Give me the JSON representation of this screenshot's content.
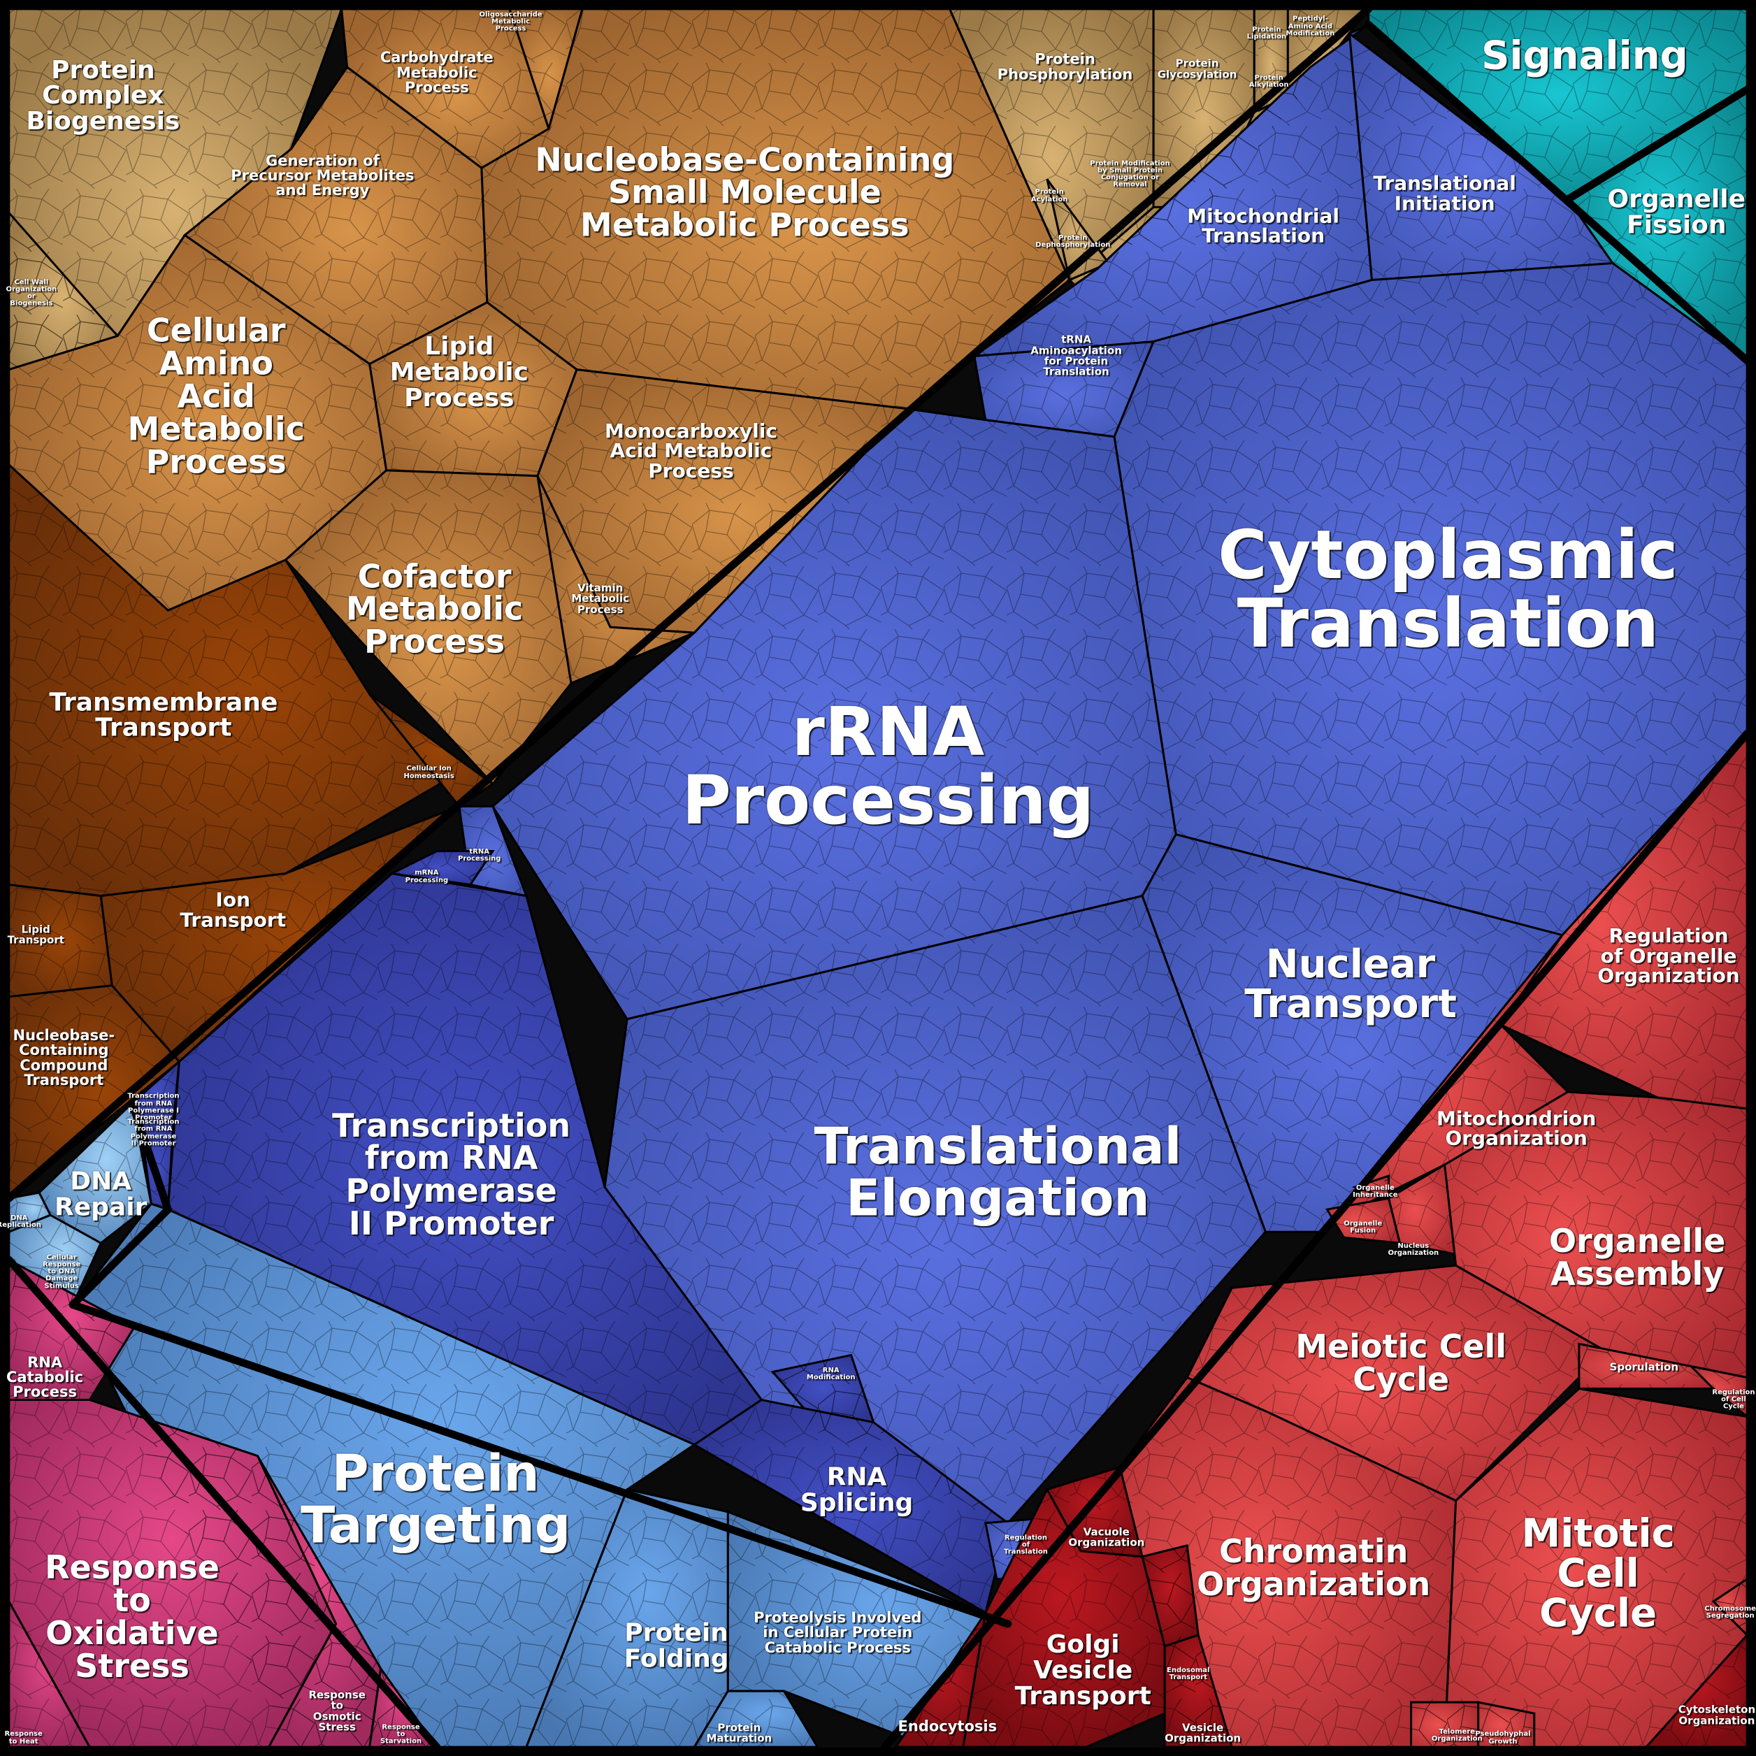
{
  "title": "Biological Process Voronoi Treemap",
  "colors": {
    "metabolism_light": "#c9a064",
    "metabolism": "#c7873e",
    "transport": "#8a3f0c",
    "translation": "#4a5fcc",
    "transcription": "#3540a8",
    "protein_targeting": "#5b8fd0",
    "dna": "#7fb6e6",
    "stress": "#c83a72",
    "cell_cycle": "#d33a3e",
    "vesicle": "#a3131b",
    "signaling": "#15a9b3",
    "border": "#000000"
  },
  "regions": [
    {
      "id": "signaling",
      "label": "Signaling",
      "group": "signaling"
    },
    {
      "id": "organelle-fission",
      "label": "Organelle\nFission",
      "group": "signaling"
    },
    {
      "id": "protein-complex-biogenesis",
      "label": "Protein\nComplex\nBiogenesis",
      "group": "metabolism_light"
    },
    {
      "id": "cell-wall-organization",
      "label": "Cell Wall\nOrganization\nor\nBiogenesis",
      "group": "metabolism_light"
    },
    {
      "id": "carbohydrate-metabolic",
      "label": "Carbohydrate\nMetabolic\nProcess",
      "group": "metabolism"
    },
    {
      "id": "oligosaccharide-metabolic",
      "label": "Oligosaccharide\nMetabolic\nProcess",
      "group": "metabolism"
    },
    {
      "id": "generation-precursor",
      "label": "Generation of\nPrecursor Metabolites\nand Energy",
      "group": "metabolism"
    },
    {
      "id": "nucleobase-small-molecule",
      "label": "Nucleobase-Containing\nSmall Molecule\nMetabolic Process",
      "group": "metabolism"
    },
    {
      "id": "cellular-amino-acid",
      "label": "Cellular\nAmino\nAcid\nMetabolic\nProcess",
      "group": "metabolism"
    },
    {
      "id": "lipid-metabolic",
      "label": "Lipid\nMetabolic\nProcess",
      "group": "metabolism"
    },
    {
      "id": "monocarboxylic-acid",
      "label": "Monocarboxylic\nAcid Metabolic\nProcess",
      "group": "metabolism"
    },
    {
      "id": "cofactor-metabolic",
      "label": "Cofactor\nMetabolic\nProcess",
      "group": "metabolism"
    },
    {
      "id": "vitamin-metabolic",
      "label": "Vitamin\nMetabolic\nProcess",
      "group": "metabolism"
    },
    {
      "id": "protein-phosphorylation",
      "label": "Protein\nPhosphorylation",
      "group": "metabolism_light"
    },
    {
      "id": "protein-glycosylation",
      "label": "Protein\nGlycosylation",
      "group": "metabolism_light"
    },
    {
      "id": "protein-lipidation",
      "label": "Protein\nLipidation",
      "group": "metabolism_light"
    },
    {
      "id": "peptidyl-amino-acid",
      "label": "Peptidyl-\nAmino Acid\nModification",
      "group": "metabolism_light"
    },
    {
      "id": "protein-alkylation",
      "label": "Protein\nAlkylation",
      "group": "metabolism_light"
    },
    {
      "id": "protein-modification-small",
      "label": "Protein Modification\nby Small Protein\nConjugation or\nRemoval",
      "group": "metabolism_light"
    },
    {
      "id": "protein-acylation",
      "label": "Protein\nAcylation",
      "group": "metabolism_light"
    },
    {
      "id": "protein-dephosphorylation",
      "label": "Protein\nDephosphorylation",
      "group": "metabolism_light"
    },
    {
      "id": "transmembrane-transport",
      "label": "Transmembrane\nTransport",
      "group": "transport"
    },
    {
      "id": "cellular-ion-homeostasis",
      "label": "Cellular Ion\nHomeostasis",
      "group": "transport"
    },
    {
      "id": "ion-transport",
      "label": "Ion\nTransport",
      "group": "transport"
    },
    {
      "id": "lipid-transport",
      "label": "Lipid\nTransport",
      "group": "transport"
    },
    {
      "id": "nucleobase-compound-transport",
      "label": "Nucleobase-\nContaining\nCompound\nTransport",
      "group": "transport"
    },
    {
      "id": "mitochondrial-translation",
      "label": "Mitochondrial\nTranslation",
      "group": "translation"
    },
    {
      "id": "translational-initiation",
      "label": "Translational\nInitiation",
      "group": "translation"
    },
    {
      "id": "trna-aminoacylation",
      "label": "tRNA\nAminoacylation\nfor Protein\nTranslation",
      "group": "translation"
    },
    {
      "id": "cytoplasmic-translation",
      "label": "Cytoplasmic\nTranslation",
      "group": "translation"
    },
    {
      "id": "rrna-processing",
      "label": "rRNA\nProcessing",
      "group": "translation"
    },
    {
      "id": "nuclear-transport",
      "label": "Nuclear\nTransport",
      "group": "translation"
    },
    {
      "id": "translational-elongation",
      "label": "Translational\nElongation",
      "group": "translation"
    },
    {
      "id": "trna-processing",
      "label": "tRNA\nProcessing",
      "group": "translation"
    },
    {
      "id": "mrna-processing",
      "label": "mRNA\nProcessing",
      "group": "transcription"
    },
    {
      "id": "transcription-pol-ii",
      "label": "Transcription\nfrom RNA\nPolymerase\nII Promoter",
      "group": "transcription"
    },
    {
      "id": "transcription-pol-i",
      "label": "Transcription\nfrom RNA\nPolymerase I\nPromoter",
      "group": "transcription"
    },
    {
      "id": "transcription-pol-iii",
      "label": "Transcription\nfrom RNA\nPolymerase\nII Promoter",
      "group": "transcription"
    },
    {
      "id": "rna-modification",
      "label": "RNA\nModification",
      "group": "transcription"
    },
    {
      "id": "rna-splicing",
      "label": "RNA\nSplicing",
      "group": "transcription"
    },
    {
      "id": "regulation-of-translation",
      "label": "Regulation\nof\nTranslation",
      "group": "translation"
    },
    {
      "id": "dna-repair",
      "label": "DNA\nRepair",
      "group": "dna"
    },
    {
      "id": "dna-replication",
      "label": "DNA\nReplication",
      "group": "dna"
    },
    {
      "id": "cellular-response-dna-damage",
      "label": "Cellular\nResponse\nto DNA\nDamage\nStimulus",
      "group": "dna"
    },
    {
      "id": "protein-targeting",
      "label": "Protein\nTargeting",
      "group": "protein_targeting"
    },
    {
      "id": "protein-folding",
      "label": "Protein\nFolding",
      "group": "protein_targeting"
    },
    {
      "id": "proteolysis",
      "label": "Proteolysis Involved\nin Cellular Protein\nCatabolic Process",
      "group": "protein_targeting"
    },
    {
      "id": "protein-maturation",
      "label": "Protein\nMaturation",
      "group": "protein_targeting"
    },
    {
      "id": "rna-catabolic",
      "label": "RNA\nCatabolic\nProcess",
      "group": "stress"
    },
    {
      "id": "response-oxidative-stress",
      "label": "Response\nto\nOxidative\nStress",
      "group": "stress"
    },
    {
      "id": "response-osmotic-stress",
      "label": "Response\nto\nOsmotic\nStress",
      "group": "stress"
    },
    {
      "id": "response-starvation",
      "label": "Response\nto\nStarvation",
      "group": "stress"
    },
    {
      "id": "response-heat",
      "label": "Response\nto Heat",
      "group": "stress"
    },
    {
      "id": "regulation-organelle-organization",
      "label": "Regulation\nof Organelle\nOrganization",
      "group": "cell_cycle"
    },
    {
      "id": "mitochondrion-organization",
      "label": "Mitochondrion\nOrganization",
      "group": "cell_cycle"
    },
    {
      "id": "organelle-inheritance",
      "label": "Organelle\nInheritance",
      "group": "cell_cycle"
    },
    {
      "id": "organelle-fusion",
      "label": "Organelle\nFusion",
      "group": "cell_cycle"
    },
    {
      "id": "nucleus-organization",
      "label": "Nucleus\nOrganization",
      "group": "cell_cycle"
    },
    {
      "id": "organelle-assembly",
      "label": "Organelle\nAssembly",
      "group": "cell_cycle"
    },
    {
      "id": "meiotic-cell-cycle",
      "label": "Meiotic Cell\nCycle",
      "group": "cell_cycle"
    },
    {
      "id": "sporulation",
      "label": "Sporulation",
      "group": "cell_cycle"
    },
    {
      "id": "regulation-cell-cycle",
      "label": "Regulation\nof Cell\nCycle",
      "group": "cell_cycle"
    },
    {
      "id": "chromatin-organization",
      "label": "Chromatin\nOrganization",
      "group": "cell_cycle"
    },
    {
      "id": "mitotic-cell-cycle",
      "label": "Mitotic\nCell\nCycle",
      "group": "cell_cycle"
    },
    {
      "id": "chromosome-segregation",
      "label": "Chromosome\nSegregation",
      "group": "cell_cycle"
    },
    {
      "id": "telomere-organization",
      "label": "Telomere\nOrganization",
      "group": "cell_cycle"
    },
    {
      "id": "pseudohyphal-growth",
      "label": "Pseudohyphal\nGrowth",
      "group": "cell_cycle"
    },
    {
      "id": "cytoskeleton-organization",
      "label": "Cytoskeleton\nOrganization",
      "group": "vesicle"
    },
    {
      "id": "vacuole-organization",
      "label": "Vacuole\nOrganization",
      "group": "vesicle"
    },
    {
      "id": "golgi-vesicle-transport",
      "label": "Golgi\nVesicle\nTransport",
      "group": "vesicle"
    },
    {
      "id": "endosomal-transport",
      "label": "Endosomal\nTransport",
      "group": "vesicle"
    },
    {
      "id": "vesicle-organization",
      "label": "Vesicle\nOrganization",
      "group": "vesicle"
    },
    {
      "id": "endocytosis",
      "label": "Endocytosis",
      "group": "vesicle"
    }
  ]
}
